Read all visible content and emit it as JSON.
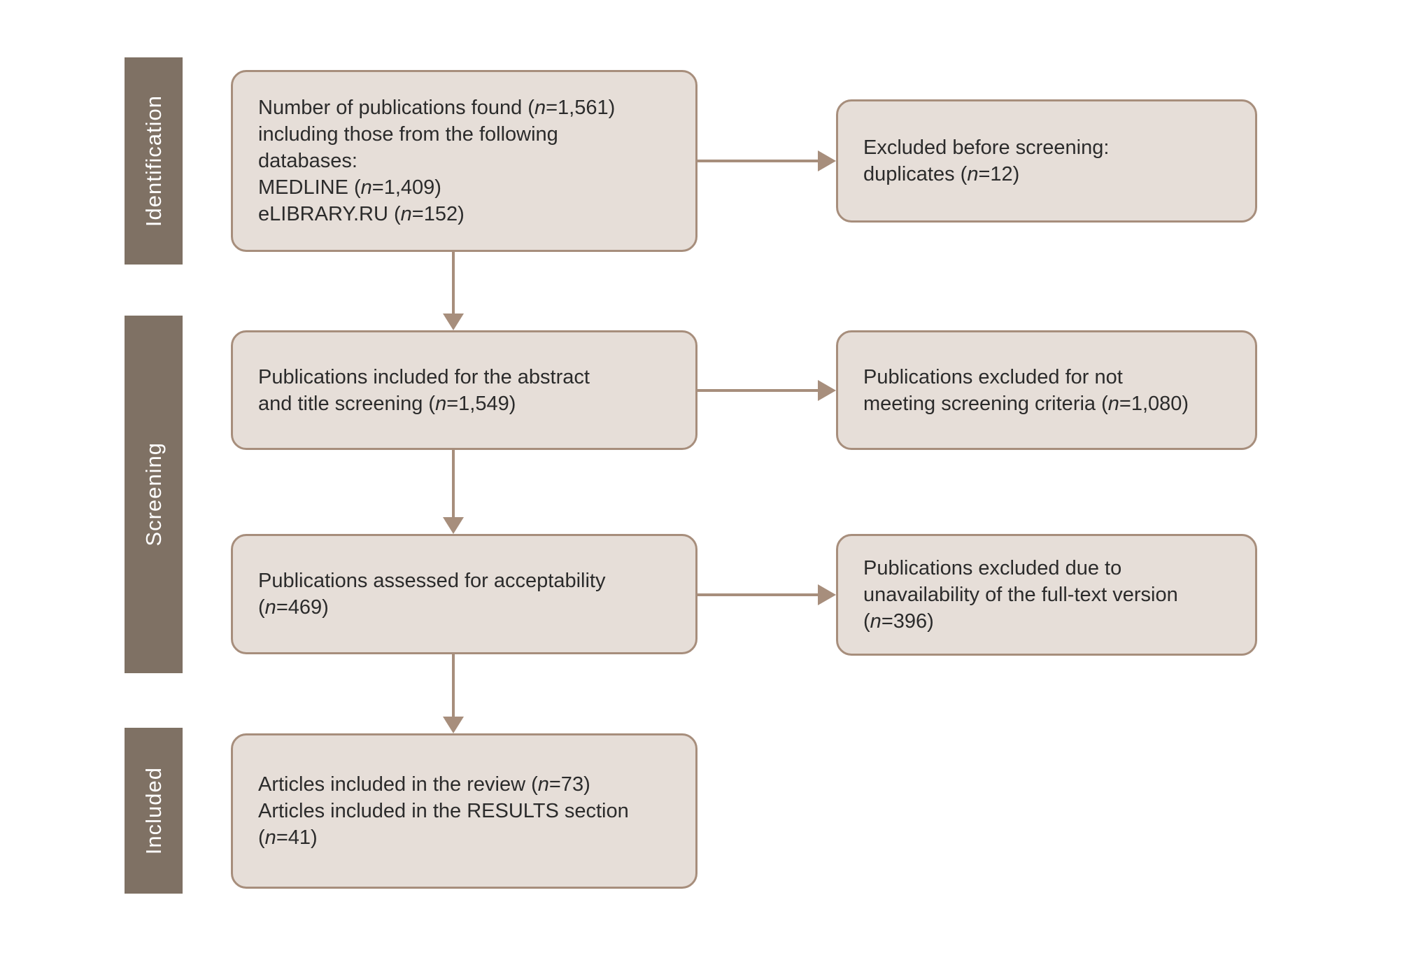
{
  "colors": {
    "stage_bar": "#7F7164",
    "box_fill": "#E6DED8",
    "box_border": "#A78E7C",
    "arrow": "#A78E7C",
    "text": "#2B2B2B",
    "stage_text": "#FFFFFF",
    "background": "#FFFFFF"
  },
  "stages": [
    {
      "label": "Identification"
    },
    {
      "label": "Screening"
    },
    {
      "label": "Included"
    }
  ],
  "boxes": {
    "found": {
      "lines": [
        "Number of publications found (n=1,561)",
        "including those from the following",
        "databases:",
        "MEDLINE (n=1,409)",
        "eLIBRARY.RU (n=152)"
      ]
    },
    "abstract_screening": {
      "lines": [
        "Publications included for the abstract",
        "and title screening (n=1,549)"
      ]
    },
    "assessed": {
      "lines": [
        "Publications assessed for acceptability",
        "(n=469)"
      ]
    },
    "included": {
      "lines": [
        "Articles included in the review (n=73)",
        "Articles included in the RESULTS section",
        "(n=41)"
      ]
    },
    "excluded_duplicates": {
      "lines": [
        "Excluded before screening:",
        "duplicates (n=12)"
      ]
    },
    "excluded_screening": {
      "lines": [
        "Publications excluded for not",
        "meeting screening criteria (n=1,080)"
      ]
    },
    "excluded_fulltext": {
      "lines": [
        "Publications excluded due to",
        "unavailability of the full-text version",
        "(n=396)"
      ]
    }
  }
}
